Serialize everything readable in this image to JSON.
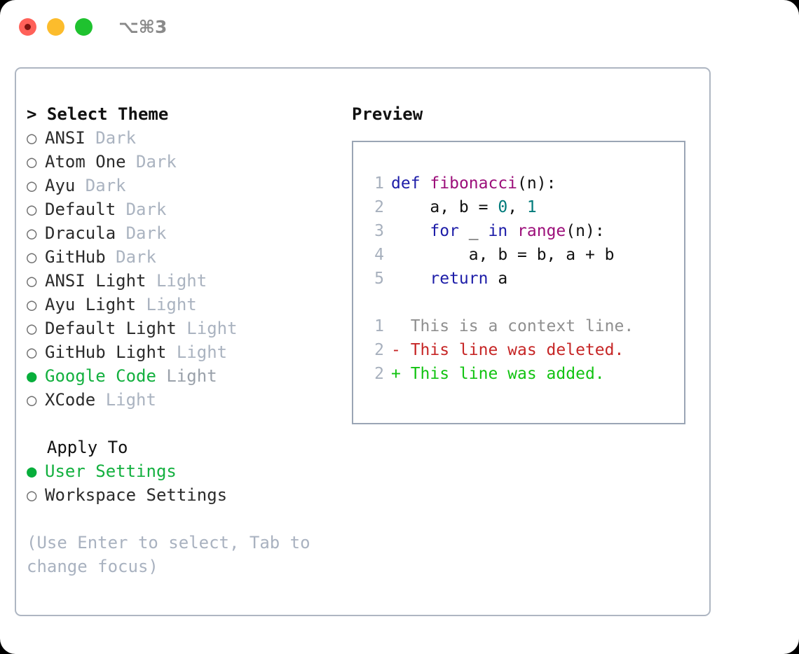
{
  "window": {
    "shortcut": "⌥⌘3",
    "traffic_lights": [
      {
        "name": "close",
        "color": "#ff6159"
      },
      {
        "name": "minimize",
        "color": "#fcbc2c"
      },
      {
        "name": "maximize",
        "color": "#1fc22f"
      }
    ]
  },
  "theme_picker": {
    "heading": "> Select Theme",
    "items": [
      {
        "marker": "○",
        "name": "ANSI",
        "tag": "Dark",
        "selected": false
      },
      {
        "marker": "○",
        "name": "Atom One",
        "tag": "Dark",
        "selected": false
      },
      {
        "marker": "○",
        "name": "Ayu",
        "tag": "Dark",
        "selected": false
      },
      {
        "marker": "○",
        "name": "Default",
        "tag": "Dark",
        "selected": false
      },
      {
        "marker": "○",
        "name": "Dracula",
        "tag": "Dark",
        "selected": false
      },
      {
        "marker": "○",
        "name": "GitHub",
        "tag": "Dark",
        "selected": false
      },
      {
        "marker": "○",
        "name": "ANSI Light",
        "tag": "Light",
        "selected": false
      },
      {
        "marker": "○",
        "name": "Ayu Light",
        "tag": "Light",
        "selected": false
      },
      {
        "marker": "○",
        "name": "Default Light",
        "tag": "Light",
        "selected": false
      },
      {
        "marker": "○",
        "name": "GitHub Light",
        "tag": "Light",
        "selected": false
      },
      {
        "marker": "●",
        "name": "Google Code",
        "tag": "Light",
        "selected": true
      },
      {
        "marker": "○",
        "name": "XCode",
        "tag": "Light",
        "selected": false
      }
    ]
  },
  "apply_to": {
    "heading": "  Apply To",
    "items": [
      {
        "marker": "●",
        "name": "User Settings",
        "tag": "",
        "selected": true
      },
      {
        "marker": "○",
        "name": "Workspace Settings",
        "tag": "",
        "selected": false
      }
    ]
  },
  "hint": "(Use Enter to select, Tab to change focus)",
  "preview": {
    "title": "Preview",
    "code_lines": [
      {
        "num": "1",
        "tokens": [
          {
            "t": "def",
            "c": "kw"
          },
          {
            "t": " ",
            "c": "pl"
          },
          {
            "t": "fibonacci",
            "c": "fn"
          },
          {
            "t": "(n):",
            "c": "pl"
          }
        ]
      },
      {
        "num": "2",
        "tokens": [
          {
            "t": "    a, b = ",
            "c": "pl"
          },
          {
            "t": "0",
            "c": "num"
          },
          {
            "t": ", ",
            "c": "pl"
          },
          {
            "t": "1",
            "c": "num"
          }
        ]
      },
      {
        "num": "3",
        "tokens": [
          {
            "t": "    ",
            "c": "pl"
          },
          {
            "t": "for",
            "c": "kw"
          },
          {
            "t": " _ ",
            "c": "pl"
          },
          {
            "t": "in",
            "c": "kw"
          },
          {
            "t": " ",
            "c": "pl"
          },
          {
            "t": "range",
            "c": "fn"
          },
          {
            "t": "(n):",
            "c": "pl"
          }
        ]
      },
      {
        "num": "4",
        "tokens": [
          {
            "t": "        a, b = b, a + b",
            "c": "pl"
          }
        ]
      },
      {
        "num": "5",
        "tokens": [
          {
            "t": "    ",
            "c": "pl"
          },
          {
            "t": "return",
            "c": "kw"
          },
          {
            "t": " a",
            "c": "pl"
          }
        ]
      }
    ],
    "diff_lines": [
      {
        "num": "1",
        "text": "  This is a context line.",
        "kind": "diff-ctx"
      },
      {
        "num": "2",
        "text": "- This line was deleted.",
        "kind": "diff-del"
      },
      {
        "num": "2",
        "text": "+ This line was added.",
        "kind": "diff-add"
      }
    ]
  },
  "colors": {
    "accent_green": "#13b03f",
    "keyword": "#1d1da8",
    "function": "#9c0f7a",
    "number": "#017b7b",
    "diff_added": "#12c312",
    "diff_deleted": "#c62626",
    "muted": "#aab3c0"
  }
}
